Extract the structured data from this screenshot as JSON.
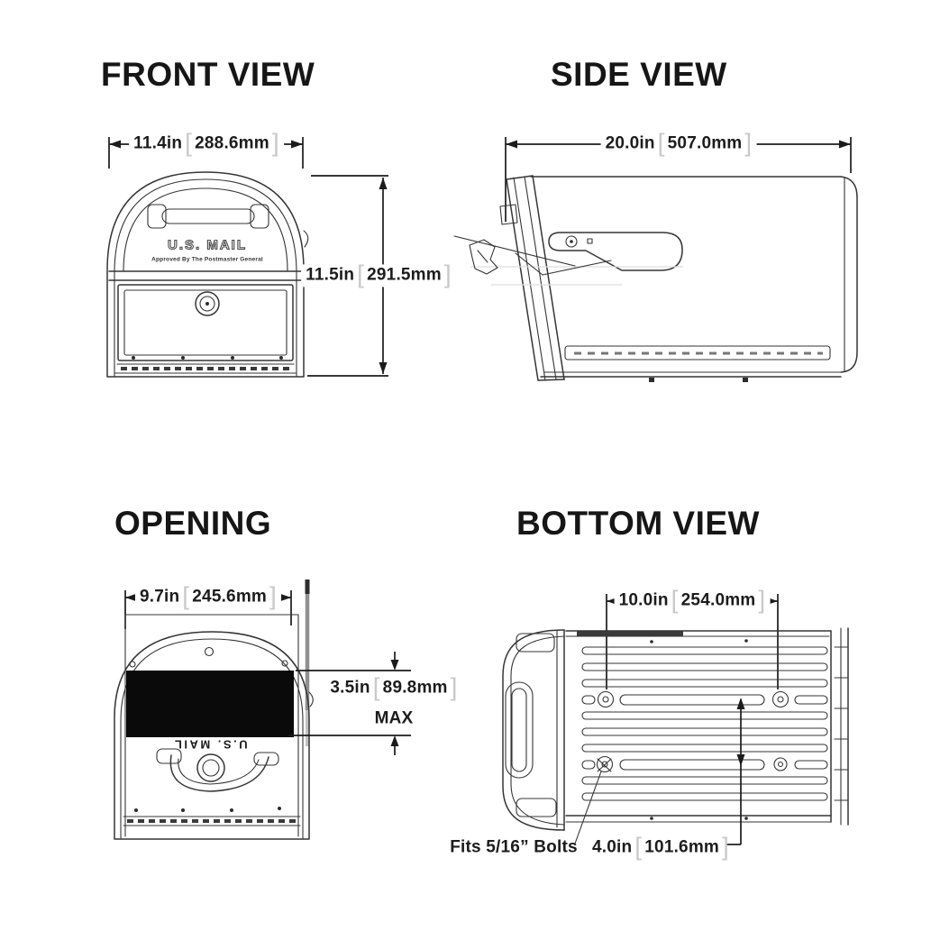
{
  "format": {
    "bracket_open": "[",
    "bracket_close": "]"
  },
  "colors": {
    "background": "#ffffff",
    "line_art": "#353535",
    "dimension_text": "#1c1c1c",
    "bracket": "#c9c9c9",
    "opening_fill": "#0a0a0a"
  },
  "views": {
    "front": {
      "title": "FRONT VIEW",
      "width": {
        "in": "11.4in",
        "mm": "288.6mm"
      },
      "height": {
        "in": "11.5in",
        "mm": "291.5mm"
      },
      "embossed_text": "U.S. MAIL",
      "embossed_subtext": "Approved By The Postmaster General"
    },
    "side": {
      "title": "SIDE VIEW",
      "length": {
        "in": "20.0in",
        "mm": "507.0mm"
      }
    },
    "opening": {
      "title": "OPENING",
      "width": {
        "in": "9.7in",
        "mm": "245.6mm"
      },
      "height": {
        "in": "3.5in",
        "mm": "89.8mm"
      },
      "height_qualifier": "MAX",
      "inverted_text": "U.S. MAIL"
    },
    "bottom": {
      "title": "BOTTOM VIEW",
      "bolt_spacing_width": {
        "in": "10.0in",
        "mm": "254.0mm"
      },
      "bolt_spacing_depth": {
        "in": "4.0in",
        "mm": "101.6mm"
      },
      "bolt_note": "Fits 5/16” Bolts"
    }
  }
}
